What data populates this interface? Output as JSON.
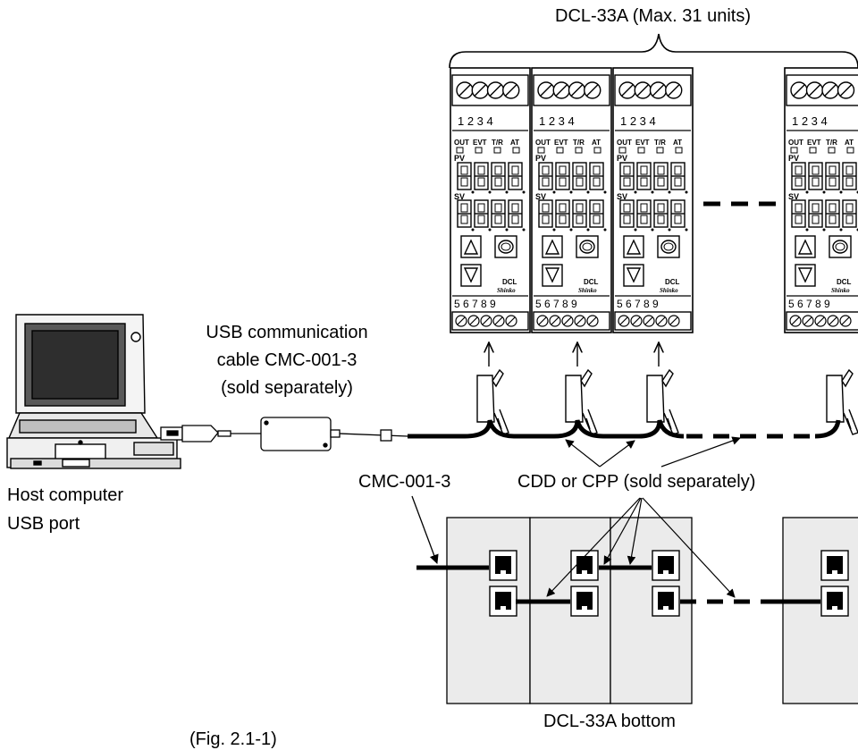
{
  "controller_header": "DCL-33A (Max. 31 units)",
  "cable_label": {
    "line1": "USB communication",
    "line2": "cable CMC-001-3",
    "line3": "(sold separately)"
  },
  "host_label": {
    "line1": "Host computer",
    "line2": "USB port"
  },
  "cmc_label": "CMC-001-3",
  "cdd_label": "CDD or CPP (sold separately)",
  "bottom_label": "DCL-33A bottom",
  "figure_caption": "(Fig. 2.1-1)",
  "unit_panel": {
    "top_terminals": "1 2 3 4",
    "indicators": [
      "OUT",
      "EVT",
      "T/R",
      "AT"
    ],
    "pv": "PV",
    "sv": "SV",
    "bottom_terminals": "5 6 7 8 9",
    "brand": "DCL",
    "maker": "Shinko"
  }
}
